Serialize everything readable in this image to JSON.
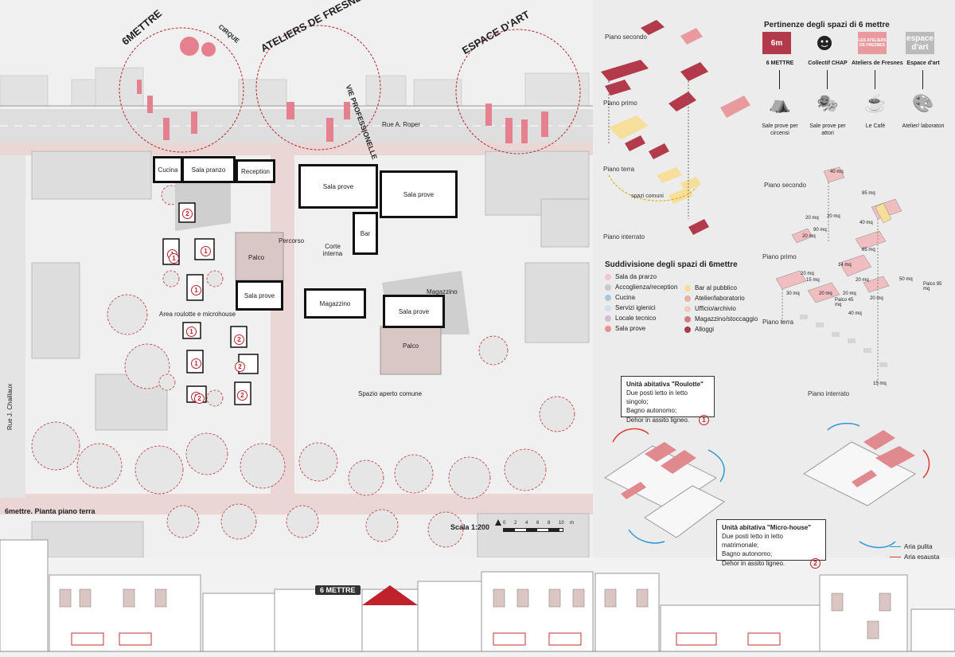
{
  "header": {
    "circle_1": "6METTRE",
    "circle_1_sub": "CIRQUE",
    "circle_2": "ATELIERS DE FRESNES",
    "circle_2_sub": "VIE PROFESSIONELLE",
    "circle_3": "ESPACE D'ART"
  },
  "plan": {
    "street_top": "Rue A. Roper",
    "street_left": "Rue J. Chaillaux",
    "rooms": {
      "cucina": "Cucina",
      "sala_pranzo": "Sala pranzo",
      "reception": "Reception",
      "sala_prove_1": "Sala prove",
      "sala_prove_2": "Sala prove",
      "sala_prove_3": "Sala prove",
      "sala_prove_4": "Sala prove",
      "bar": "Bar",
      "corte_interna": "Corte interna",
      "magazzino_1": "Magazzino",
      "magazzino_2": "Magazzino",
      "palco_1": "Palco",
      "palco_2": "Palco",
      "percorso": "Percorso"
    },
    "area_roulotte": "Area roulotte e microhouse",
    "spazio_aperto": "Spazio aperto comune",
    "title": "6mettre. Pianta piano terra",
    "scale": "Scala 1:200",
    "scale_ticks": [
      "0",
      "2",
      "4",
      "6",
      "8",
      "10"
    ],
    "scale_unit": "m",
    "units": [
      "2",
      "1",
      "1",
      "1",
      "1",
      "2",
      "2",
      "1",
      "2",
      "2",
      "1",
      "2"
    ]
  },
  "axo": {
    "floors": [
      "Piano secondo",
      "Piano primo",
      "Piano terra",
      "Piano interrato"
    ],
    "spazi_comuni": "spazi comuni"
  },
  "pertinenze": {
    "title": "Pertinenze degli spazi di 6 mettre",
    "logos": [
      {
        "name": "6 METTRE",
        "logo_text": "6m"
      },
      {
        "name": "Collectif CHAP",
        "logo_text": ""
      },
      {
        "name": "Ateliers de Fresnes",
        "logo_text": "LES ATELIERS DE FRESNES"
      },
      {
        "name": "Espace d'art",
        "logo_text": "espace d'art"
      }
    ],
    "uses": [
      {
        "label": "Sale prove per circensi",
        "icon": "tent-icon"
      },
      {
        "label": "Sale prove per attori",
        "icon": "theatre-masks-icon"
      },
      {
        "label": "Le Cafè",
        "icon": "coffee-cup-icon"
      },
      {
        "label": "Atelier/ laboratori",
        "icon": "palette-icon"
      }
    ]
  },
  "suddivisione": {
    "title": "Suddivisione degli spazi di 6mettre",
    "col1": [
      {
        "label": "Sala da prarzo",
        "color": "#f3c6c8"
      },
      {
        "label": "Accoglienza/reception",
        "color": "#c9c9c9"
      },
      {
        "label": "Cucina",
        "color": "#a9c7de"
      },
      {
        "label": "Servizi igienici",
        "color": "#cfe0ee"
      },
      {
        "label": "Locale tecnico",
        "color": "#d9b8d6"
      },
      {
        "label": "Sala prove",
        "color": "#e98f96"
      }
    ],
    "col2": [
      {
        "label": "Bar al pubblico",
        "color": "#f6df9a"
      },
      {
        "label": "Atelier/laboratorio",
        "color": "#eab0a6"
      },
      {
        "label": "Ufficio/archivio",
        "color": "#f1cbbd"
      },
      {
        "label": "Magazzino/stoccaggio",
        "color": "#d17c7f"
      },
      {
        "label": "Alloggi",
        "color": "#a8394e"
      }
    ],
    "floors": [
      "Piano secondo",
      "Piano primo",
      "Piano terra",
      "Piano interrato"
    ],
    "areas": [
      "40 mq",
      "85 mq",
      "20 mq",
      "40 mq",
      "20 mq",
      "90 mq",
      "20 mq",
      "85 mq",
      "14 mq",
      "20 mq",
      "20 mq",
      "15 mq",
      "30 mq",
      "20 mq",
      "20 mq",
      "Palco 45 mq",
      "40 mq",
      "20 mq",
      "50 mq",
      "Palco 95 mq",
      "15 mq"
    ]
  },
  "units_detail": {
    "roulotte": {
      "title": "Unità abitativa \"Roulotte\"",
      "lines": [
        "Due posti letto in letto singolo;",
        "Bagno autonomo;",
        "Dehor in assito ligneo."
      ],
      "num": "1"
    },
    "microhouse": {
      "title": "Unità abitativa \"Micro-house\"",
      "lines": [
        "Due posti letto in letto matrimonale;",
        "Bagno autonomo;",
        "Dehor in assito ligneo."
      ],
      "num": "2"
    },
    "legend": [
      {
        "label": "Aria pulita",
        "color": "#2e97d6"
      },
      {
        "label": "Aria esausta",
        "color": "#e23b2e"
      }
    ]
  },
  "elevation": {
    "sign": "6 METTRE"
  }
}
